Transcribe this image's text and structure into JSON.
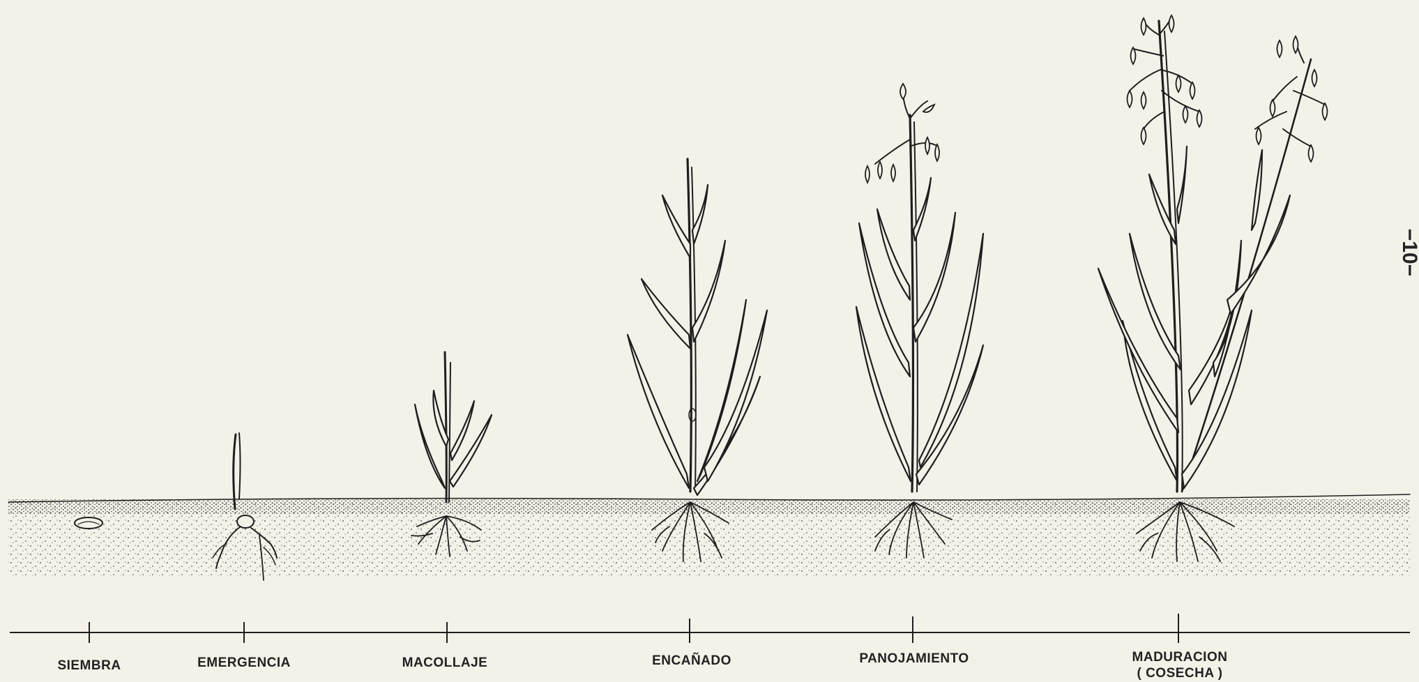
{
  "page_number": "−10−",
  "stages": [
    {
      "id": "siembra",
      "label": "SIEMBRA"
    },
    {
      "id": "emergencia",
      "label": "EMERGENCIA"
    },
    {
      "id": "macollaje",
      "label": "MACOLLAJE"
    },
    {
      "id": "encanado",
      "label": "ENCAÑADO"
    },
    {
      "id": "panojamiento",
      "label": "PANOJAMIENTO"
    },
    {
      "id": "maduracion",
      "label": "MADURACION",
      "label_line2": "( COSECHA )"
    }
  ]
}
